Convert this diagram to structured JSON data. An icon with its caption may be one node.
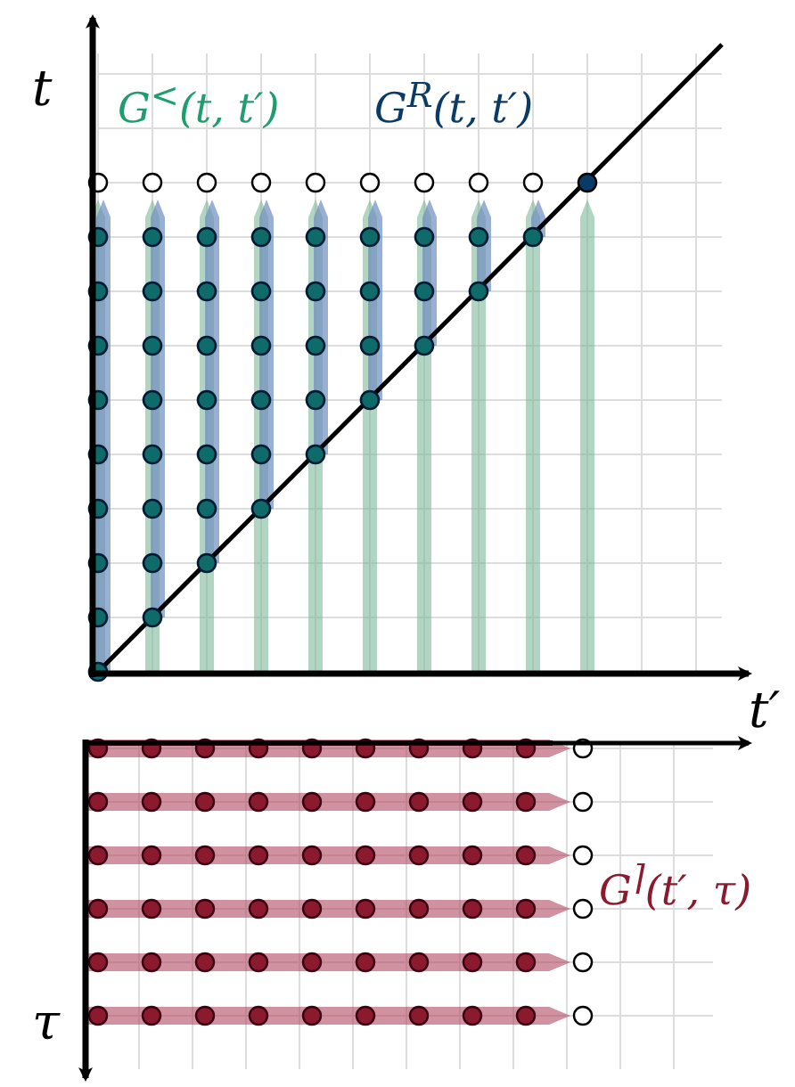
{
  "diagram": {
    "labels": [
      "t",
      "G$^{<}$(t, t′)",
      "G$^{R}$(t, t′)",
      "t′",
      "G$^{⌉}$(t′, τ)",
      "τ"
    ]
  }
}
